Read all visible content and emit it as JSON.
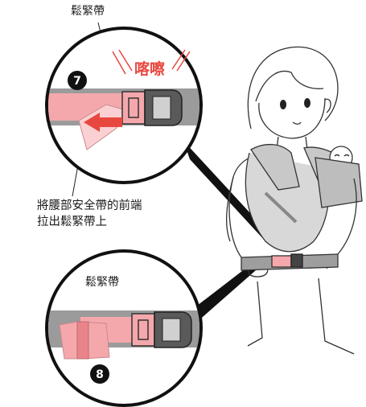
{
  "labels": {
    "loose_strap_top": "鬆緊帶",
    "instruction_line1": "將腰部安全帶的前端",
    "instruction_line2": "拉出鬆緊帶上",
    "loose_strap_bottom": "鬆緊帶",
    "sound_effect": "喀嚓"
  },
  "steps": {
    "step_7": "7",
    "step_8": "8"
  },
  "colors": {
    "strap_pink": "#f5a8ac",
    "strap_light_pink": "#fbd0d2",
    "arrow_red": "#e8473f",
    "sfx_red": "#e8473f",
    "band_gray": "#9b9b9b",
    "buckle_dark": "#3a3a3a"
  }
}
